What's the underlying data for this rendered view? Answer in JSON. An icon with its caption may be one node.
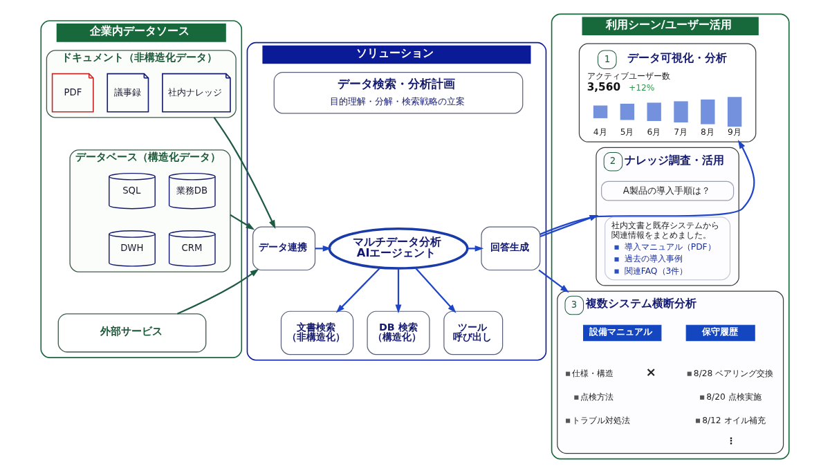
{
  "diagram": {
    "nodes": [
      {
        "text": [
          "企業内データソース"
        ]
      },
      {
        "text": [
          "ドキュメント（非構造化データ）"
        ],
        "in": 0
      },
      {
        "text": [
          "PDF"
        ],
        "in": 1
      },
      {
        "text": [
          "議事録"
        ],
        "in": 1
      },
      {
        "text": [
          "社内ナレッジ"
        ],
        "in": 1
      },
      {
        "text": [
          "データベース（構造化データ）"
        ],
        "in": 0
      },
      {
        "text": [
          "SQL"
        ],
        "in": 5
      },
      {
        "text": [
          "業務DB"
        ],
        "in": 5
      },
      {
        "text": [
          "DWH"
        ],
        "in": 5
      },
      {
        "text": [
          "CRM"
        ],
        "in": 5
      },
      {
        "text": [
          "外部サービス"
        ],
        "in": 0
      },
      {
        "text": [
          "ソリューション"
        ]
      },
      {
        "text": [
          "データ検索・分析計画",
          "目的理解・分解・検索戦略の立案"
        ],
        "in": 11
      },
      {
        "text": [
          "データ連携"
        ],
        "in": 11
      },
      {
        "text": [
          "マルチデータ分析AIエージェント"
        ],
        "in": 11
      },
      {
        "text": [
          "回答生成"
        ],
        "in": 11
      },
      {
        "text": [
          "文書検索（非構造化）"
        ],
        "in": 11
      },
      {
        "text": [
          "DB 検索（構造化）"
        ],
        "in": 11
      },
      {
        "text": [
          "ツール呼び出し"
        ],
        "in": 11
      },
      {
        "text": [
          "利用シーン/ユーザー活用"
        ]
      },
      {
        "text": [
          "1",
          "データ可視化・分析",
          "アクティブユーザー数",
          "3,560",
          "+12%",
          "4月",
          "5月",
          "6月",
          "7月",
          "8月",
          "9月"
        ],
        "in": 19
      },
      {
        "text": [
          "2",
          "ナレッジ調査・活用"
        ],
        "in": 19
      },
      {
        "text": [
          "A製品の導入手順は？"
        ],
        "in": 21
      },
      {
        "text": [
          "社内文書と既存システムから関連情報をまとめました。",
          "導入マニュアル（PDF）",
          "過去の導入事例",
          "関連FAQ（3件）"
        ],
        "in": 21
      },
      {
        "text": [
          "3",
          "複数システム横断分析"
        ],
        "in": 19
      },
      {
        "text": [
          "設備マニュアル"
        ],
        "in": 24
      },
      {
        "text": [
          "保守履歴"
        ],
        "in": 24
      }
    ],
    "edges": [
      {
        "from": 1,
        "to": 13,
        "arrow": "to",
        "color": "#1f5a44"
      },
      {
        "from": 5,
        "to": 13,
        "arrow": "to",
        "color": "#1f5a44"
      },
      {
        "from": 10,
        "to": 13,
        "arrow": "to",
        "color": "#1f5a44"
      },
      {
        "from": 13,
        "to": 14,
        "arrow": "to"
      },
      {
        "from": 14,
        "to": 15,
        "arrow": "to"
      },
      {
        "from": 14,
        "to": 16,
        "arrow": "to"
      },
      {
        "from": 14,
        "to": 17,
        "arrow": "to"
      },
      {
        "from": 14,
        "to": 18,
        "arrow": "to"
      },
      {
        "from": 15,
        "to": 20,
        "arrow": "to"
      },
      {
        "from": 15,
        "to": 21,
        "arrow": "to"
      },
      {
        "from": 15,
        "to": 24,
        "arrow": "to"
      }
    ],
    "labels": [
      "×",
      "仕様・構造",
      "点検方法",
      "トラブル対処法",
      "8/28 ベアリング交換",
      "8/20 点検実施",
      "8/12 オイル補充",
      "⋮"
    ]
  }
}
